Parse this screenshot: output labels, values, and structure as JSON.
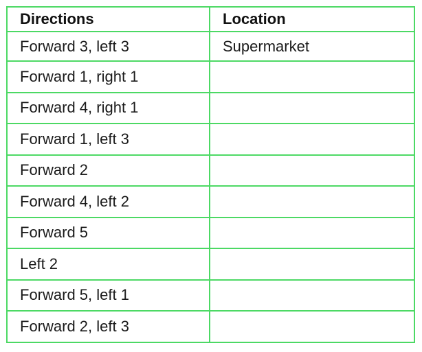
{
  "table": {
    "headers": {
      "directions": "Directions",
      "location": "Location"
    },
    "rows": [
      {
        "directions": "Forward 3, left 3",
        "location": "Supermarket"
      },
      {
        "directions": "Forward 1, right 1",
        "location": ""
      },
      {
        "directions": "Forward 4, right 1",
        "location": ""
      },
      {
        "directions": "Forward 1, left 3",
        "location": ""
      },
      {
        "directions": "Forward 2",
        "location": ""
      },
      {
        "directions": "Forward 4, left 2",
        "location": ""
      },
      {
        "directions": "Forward 5",
        "location": ""
      },
      {
        "directions": "Left 2",
        "location": ""
      },
      {
        "directions": "Forward 5, left 1",
        "location": ""
      },
      {
        "directions": "Forward 2, left 3",
        "location": ""
      }
    ]
  },
  "colors": {
    "border": "#4cd964",
    "text": "#1a1a1a"
  }
}
